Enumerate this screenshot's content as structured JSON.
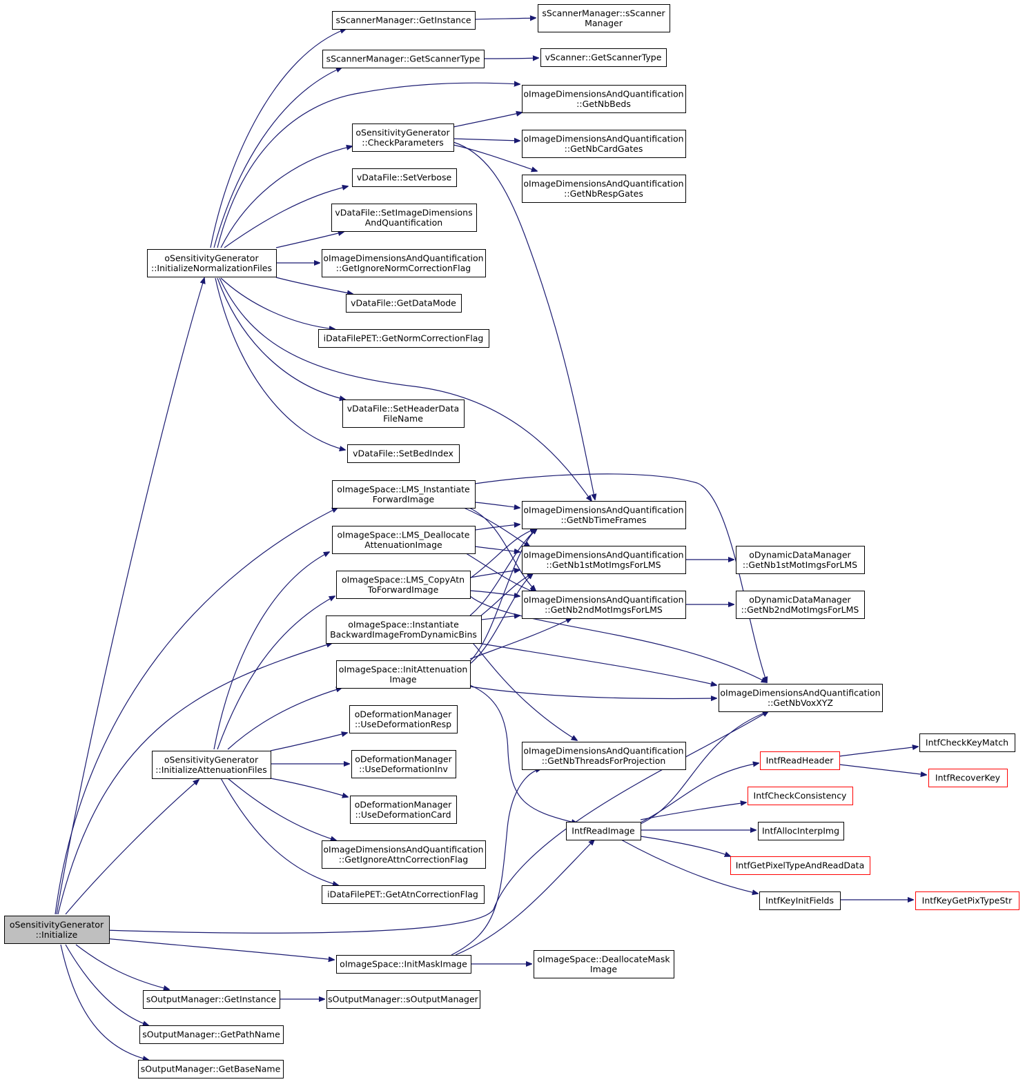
{
  "graph": {
    "colors": {
      "edge": "#191970",
      "box_border": "#000000",
      "root_fill": "#bfbfbf",
      "incomplete_border": "#ff0000"
    },
    "nodes": [
      {
        "id": "n_init",
        "kind": "root",
        "lines": [
          "oSensitivityGenerator",
          "::Initialize"
        ]
      },
      {
        "id": "n_initnorm",
        "lines": [
          "oSensitivityGenerator",
          "::InitializeNormalizationFiles"
        ]
      },
      {
        "id": "n_initattn",
        "lines": [
          "oSensitivityGenerator",
          "::InitializeAttenuationFiles"
        ]
      },
      {
        "id": "n_scan_getinst",
        "lines": [
          "sScannerManager::GetInstance"
        ]
      },
      {
        "id": "n_scan_ctor",
        "lines": [
          "sScannerManager::sScanner",
          "Manager"
        ]
      },
      {
        "id": "n_scan_gettype",
        "lines": [
          "sScannerManager::GetScannerType"
        ]
      },
      {
        "id": "n_vscan_gettype",
        "lines": [
          "vScanner::GetScannerType"
        ]
      },
      {
        "id": "n_nbbeds",
        "lines": [
          "oImageDimensionsAndQuantification",
          "::GetNbBeds"
        ]
      },
      {
        "id": "n_checkparams",
        "lines": [
          "oSensitivityGenerator",
          "::CheckParameters"
        ]
      },
      {
        "id": "n_nbcard",
        "lines": [
          "oImageDimensionsAndQuantification",
          "::GetNbCardGates"
        ]
      },
      {
        "id": "n_nbresp",
        "lines": [
          "oImageDimensionsAndQuantification",
          "::GetNbRespGates"
        ]
      },
      {
        "id": "n_setverbose",
        "lines": [
          "vDataFile::SetVerbose"
        ]
      },
      {
        "id": "n_setimgdim",
        "lines": [
          "vDataFile::SetImageDimensions",
          "AndQuantification"
        ]
      },
      {
        "id": "n_ignorenorm",
        "lines": [
          "oImageDimensionsAndQuantification",
          "::GetIgnoreNormCorrectionFlag"
        ]
      },
      {
        "id": "n_getdatamode",
        "lines": [
          "vDataFile::GetDataMode"
        ]
      },
      {
        "id": "n_normflag",
        "lines": [
          "iDataFilePET::GetNormCorrectionFlag"
        ]
      },
      {
        "id": "n_setheader",
        "lines": [
          "vDataFile::SetHeaderData",
          "FileName"
        ]
      },
      {
        "id": "n_setbed",
        "lines": [
          "vDataFile::SetBedIndex"
        ]
      },
      {
        "id": "n_lms_inst",
        "lines": [
          "oImageSpace::LMS_Instantiate",
          "ForwardImage"
        ]
      },
      {
        "id": "n_nbtime",
        "lines": [
          "oImageDimensionsAndQuantification",
          "::GetNbTimeFrames"
        ]
      },
      {
        "id": "n_lms_dealloc",
        "lines": [
          "oImageSpace::LMS_Deallocate",
          "AttenuationImage"
        ]
      },
      {
        "id": "n_nb1st",
        "lines": [
          "oImageDimensionsAndQuantification",
          "::GetNb1stMotImgsForLMS"
        ]
      },
      {
        "id": "n_dyn1st",
        "lines": [
          "oDynamicDataManager",
          "::GetNb1stMotImgsForLMS"
        ]
      },
      {
        "id": "n_lms_copy",
        "lines": [
          "oImageSpace::LMS_CopyAtn",
          "ToForwardImage"
        ]
      },
      {
        "id": "n_nb2nd",
        "lines": [
          "oImageDimensionsAndQuantification",
          "::GetNb2ndMotImgsForLMS"
        ]
      },
      {
        "id": "n_dyn2nd",
        "lines": [
          "oDynamicDataManager",
          "::GetNb2ndMotImgsForLMS"
        ]
      },
      {
        "id": "n_instback",
        "lines": [
          "oImageSpace::Instantiate",
          "BackwardImageFromDynamicBins"
        ]
      },
      {
        "id": "n_initattimg",
        "lines": [
          "oImageSpace::InitAttenuation",
          "Image"
        ]
      },
      {
        "id": "n_nbvox",
        "lines": [
          "oImageDimensionsAndQuantification",
          "::GetNbVoxXYZ"
        ]
      },
      {
        "id": "n_defresp",
        "lines": [
          "oDeformationManager",
          "::UseDeformationResp"
        ]
      },
      {
        "id": "n_definv",
        "lines": [
          "oDeformationManager",
          "::UseDeformationInv"
        ]
      },
      {
        "id": "n_defcard",
        "lines": [
          "oDeformationManager",
          "::UseDeformationCard"
        ]
      },
      {
        "id": "n_nbthreads",
        "lines": [
          "oImageDimensionsAndQuantification",
          "::GetNbThreadsForProjection"
        ]
      },
      {
        "id": "n_ignoreattn",
        "lines": [
          "oImageDimensionsAndQuantification",
          "::GetIgnoreAttnCorrectionFlag"
        ]
      },
      {
        "id": "n_atnflag",
        "lines": [
          "iDataFilePET::GetAtnCorrectionFlag"
        ]
      },
      {
        "id": "n_readheader",
        "kind": "red",
        "lines": [
          "IntfReadHeader"
        ]
      },
      {
        "id": "n_checkkey",
        "lines": [
          "IntfCheckKeyMatch"
        ]
      },
      {
        "id": "n_recoverkey",
        "kind": "red",
        "lines": [
          "IntfRecoverKey"
        ]
      },
      {
        "id": "n_checkcons",
        "kind": "red",
        "lines": [
          "IntfCheckConsistency"
        ]
      },
      {
        "id": "n_readimage",
        "lines": [
          "IntfReadImage"
        ]
      },
      {
        "id": "n_allocinterp",
        "lines": [
          "IntfAllocInterpImg"
        ]
      },
      {
        "id": "n_getpixel",
        "kind": "red",
        "lines": [
          "IntfGetPixelTypeAndReadData"
        ]
      },
      {
        "id": "n_keyinit",
        "lines": [
          "IntfKeyInitFields"
        ]
      },
      {
        "id": "n_keygetpix",
        "kind": "red",
        "lines": [
          "IntfKeyGetPixTypeStr"
        ]
      },
      {
        "id": "n_initmask",
        "lines": [
          "oImageSpace::InitMaskImage"
        ]
      },
      {
        "id": "n_deallocmask",
        "lines": [
          "oImageSpace::DeallocateMask",
          "Image"
        ]
      },
      {
        "id": "n_out_getinst",
        "lines": [
          "sOutputManager::GetInstance"
        ]
      },
      {
        "id": "n_out_ctor",
        "lines": [
          "sOutputManager::sOutputManager"
        ]
      },
      {
        "id": "n_out_path",
        "lines": [
          "sOutputManager::GetPathName"
        ]
      },
      {
        "id": "n_out_base",
        "lines": [
          "sOutputManager::GetBaseName"
        ]
      }
    ]
  }
}
